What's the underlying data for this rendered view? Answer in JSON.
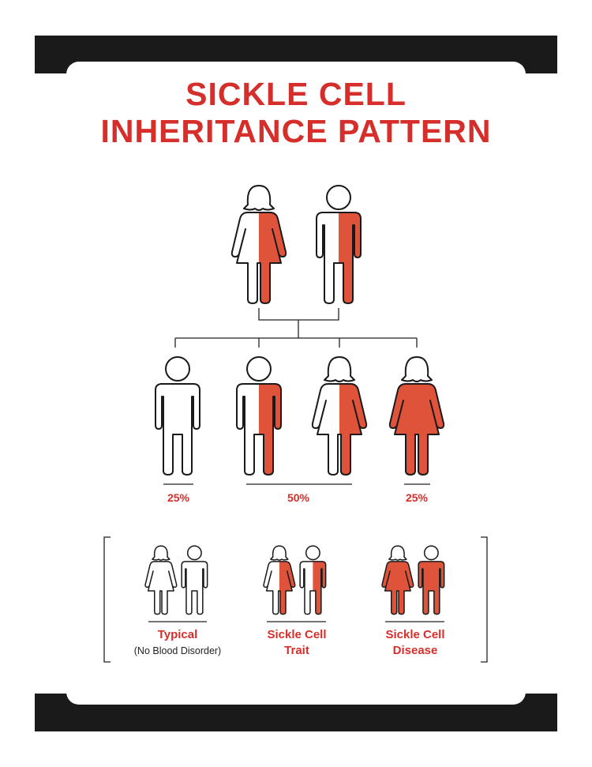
{
  "title": {
    "line1": "SICKLE CELL",
    "line2": "INHERITANCE PATTERN"
  },
  "colors": {
    "accent": "#d62e2a",
    "fill": "#e0533b",
    "frame": "#1a1a1a"
  },
  "parents": [
    {
      "gender": "female",
      "status": "trait"
    },
    {
      "gender": "male",
      "status": "trait"
    }
  ],
  "children": [
    {
      "gender": "male",
      "status": "typical"
    },
    {
      "gender": "male",
      "status": "trait"
    },
    {
      "gender": "female",
      "status": "trait"
    },
    {
      "gender": "female",
      "status": "disease"
    }
  ],
  "probabilities": [
    {
      "label": "25%",
      "value": 25
    },
    {
      "label": "50%",
      "value": 50
    },
    {
      "label": "25%",
      "value": 25
    }
  ],
  "legend": [
    {
      "status": "typical",
      "label": "Typical",
      "sublabel": "(No Blood Disorder)"
    },
    {
      "status": "trait",
      "label": "Sickle Cell",
      "label2": "Trait"
    },
    {
      "status": "disease",
      "label": "Sickle Cell",
      "label2": "Disease"
    }
  ]
}
